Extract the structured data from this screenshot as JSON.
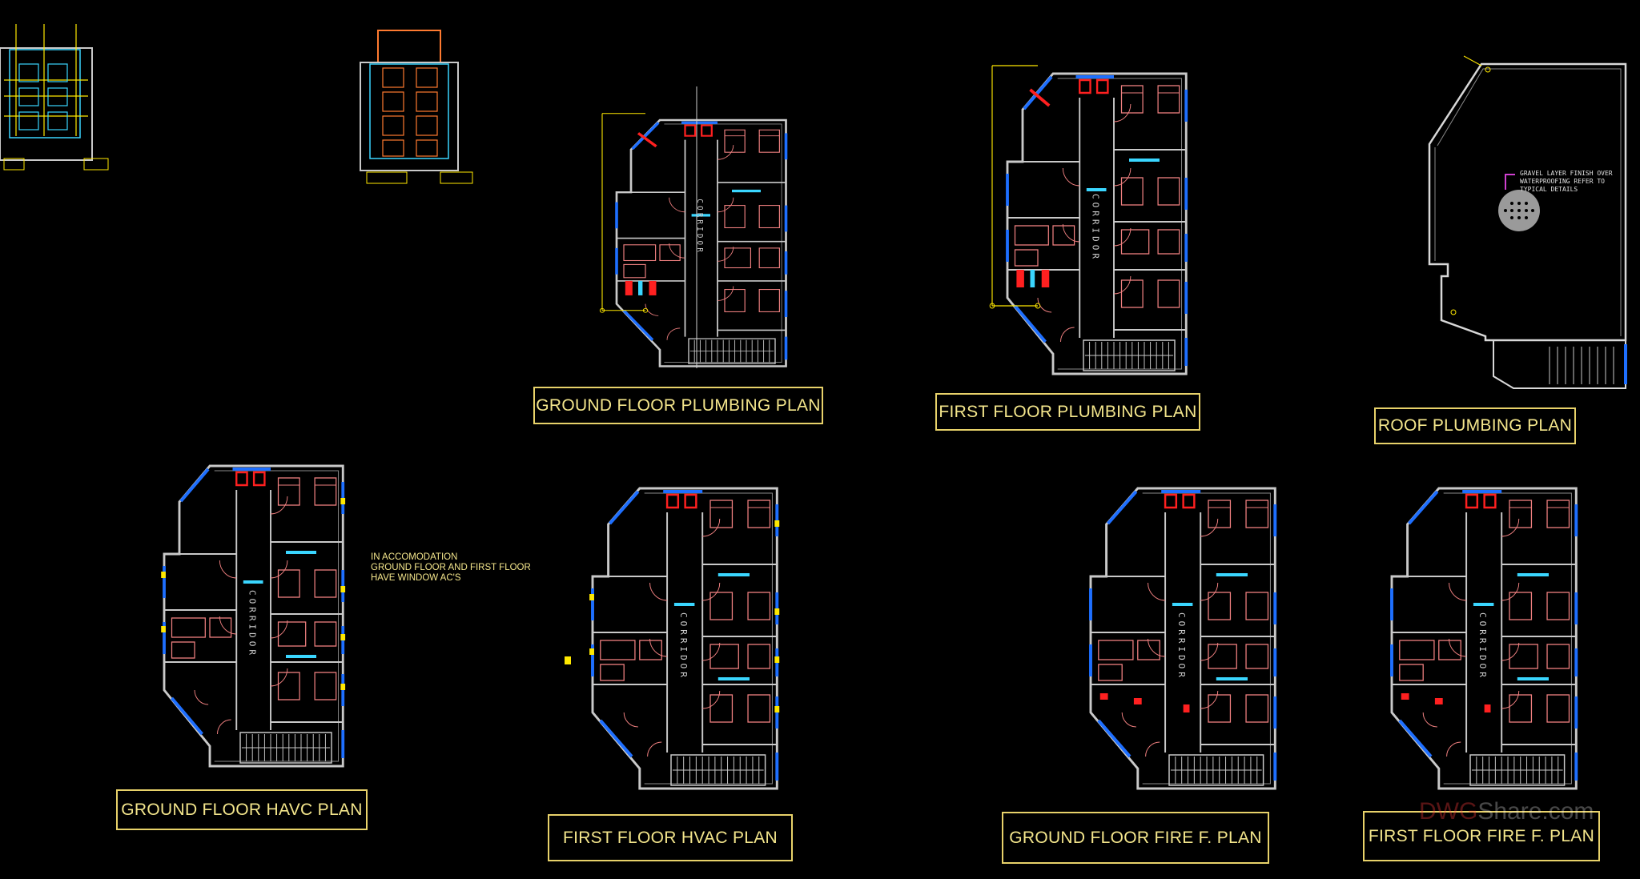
{
  "titles": {
    "ground_floor_plumbing": "GROUND FLOOR PLUMBING PLAN",
    "first_floor_plumbing": "FIRST FLOOR PLUMBING PLAN",
    "roof_plumbing": "ROOF PLUMBING PLAN",
    "ground_floor_havc": "GROUND FLOOR HAVC PLAN",
    "first_floor_hvac": "FIRST FLOOR HVAC PLAN",
    "ground_floor_fire": "GROUND FLOOR FIRE F. PLAN",
    "first_floor_fire": "FIRST FLOOR FIRE F. PLAN"
  },
  "notes": {
    "hvac_line1": "IN ACCOMODATION",
    "hvac_line2": "GROUND FLOOR AND FIRST FLOOR",
    "hvac_line3": "HAVE WINDOW AC'S",
    "roof_line1": "GRAVEL LAYER FINISH OVER",
    "roof_line2": "WATERPROOFING REFER TO",
    "roof_line3": "TYPICAL DETAILS"
  },
  "labels": {
    "corridor": "CORRIDOR"
  },
  "watermark": {
    "brand": "DWG",
    "suffix": "Share.com"
  },
  "colors": {
    "background": "#000000",
    "wall": "#c9c9c9",
    "room": "#f08080",
    "window": "#1e6fff",
    "fixture": "#ff2020",
    "pipe": "#ffe800",
    "ac": "#3ad6ff",
    "title": "#f4e68c"
  }
}
